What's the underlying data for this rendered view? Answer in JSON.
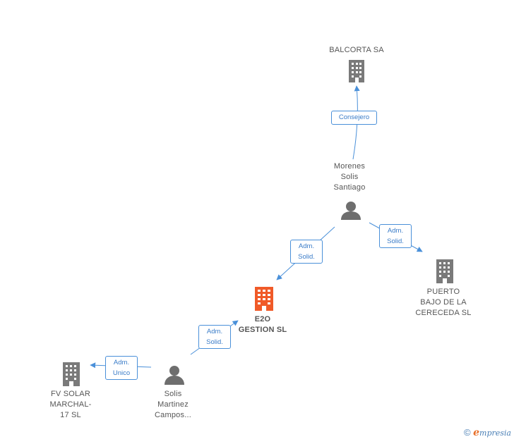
{
  "nodes": {
    "balcorta": {
      "lines": [
        "BALCORTA SA"
      ],
      "kind": "company"
    },
    "morenes": {
      "lines": [
        "Morenes",
        "Solis",
        "Santiago"
      ],
      "kind": "person"
    },
    "puerto": {
      "lines": [
        "PUERTO",
        "BAJO DE LA",
        "CERECEDA SL"
      ],
      "kind": "company"
    },
    "e2o": {
      "lines": [
        "E2O",
        "GESTION SL"
      ],
      "kind": "company-focus"
    },
    "fvsolar": {
      "lines": [
        "FV SOLAR",
        "MARCHAL-",
        "17 SL"
      ],
      "kind": "company"
    },
    "solis": {
      "lines": [
        "Solis",
        "Martinez",
        "Campos..."
      ],
      "kind": "person"
    }
  },
  "edges": {
    "consejero": {
      "lines": [
        "Consejero"
      ]
    },
    "adm_solid_1": {
      "lines": [
        "Adm.",
        "Solid."
      ]
    },
    "adm_solid_2": {
      "lines": [
        "Adm.",
        "Solid."
      ]
    },
    "adm_solid_3": {
      "lines": [
        "Adm.",
        "Solid."
      ]
    },
    "adm_unico": {
      "lines": [
        "Adm.",
        "Unico"
      ]
    }
  },
  "footer": {
    "copyright": "©",
    "brand_initial": "e",
    "brand_rest": "mpresia"
  },
  "colors": {
    "company_icon": "#7a7a7a",
    "focus_icon": "#f05a28",
    "person_icon": "#6e6e6e",
    "edge_line": "#4a90d9",
    "edge_text": "#3a7cc8"
  }
}
